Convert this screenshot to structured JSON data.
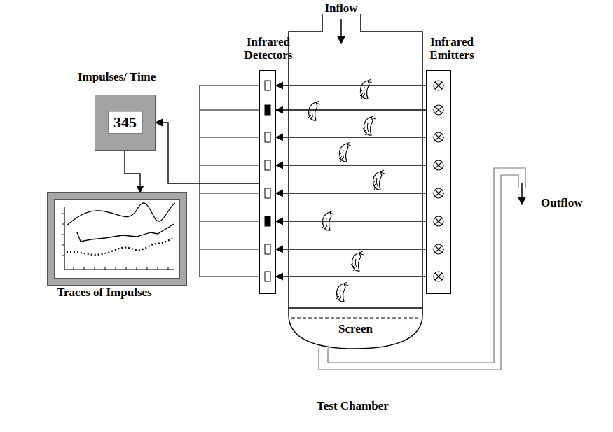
{
  "diagram": {
    "nodes": [
      {
        "text": [
          "Impulses/ Time",
          "345"
        ]
      },
      {
        "text": [
          "Traces of Impulses"
        ]
      },
      {
        "text": [
          "Infrared Detectors"
        ]
      },
      {
        "text": [
          "Test Chamber"
        ]
      },
      {
        "text": [
          "Screen"
        ],
        "in": 3
      },
      {
        "text": [
          "Infrared Emitters"
        ]
      }
    ],
    "edges": [
      {
        "from": 2,
        "to": 0,
        "arrow": "to"
      },
      {
        "from": 0,
        "to": 1,
        "arrow": "to"
      },
      {
        "from": 5,
        "to": 2,
        "arrow": "to"
      },
      {
        "from": 5,
        "to": 2,
        "arrow": "to"
      },
      {
        "from": 5,
        "to": 2,
        "arrow": "to"
      },
      {
        "from": 5,
        "to": 2,
        "arrow": "to"
      },
      {
        "from": 5,
        "to": 2,
        "arrow": "to"
      },
      {
        "from": 5,
        "to": 2,
        "arrow": "to"
      },
      {
        "from": 5,
        "to": 2,
        "arrow": "to"
      },
      {
        "from": 5,
        "to": 2,
        "arrow": "to"
      }
    ],
    "labels": [
      "Inflow",
      "Outflow"
    ]
  }
}
